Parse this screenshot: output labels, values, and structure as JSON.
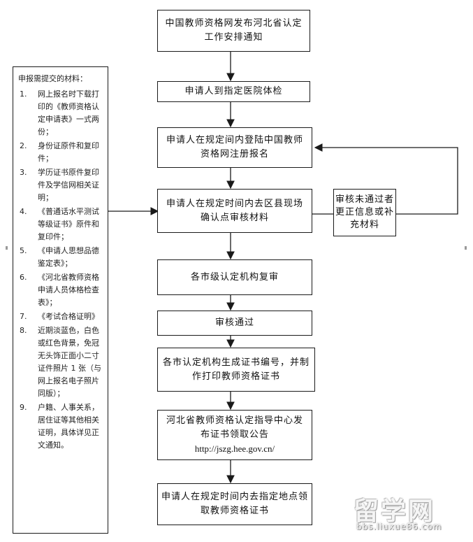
{
  "flow_steps": [
    {
      "lines": [
        "中国教师资格网发布河北省认定",
        "工作安排通知"
      ]
    },
    {
      "lines": [
        "申请人到指定医院体检"
      ]
    },
    {
      "lines": [
        "申请人在规定间内登陆中国教师",
        "资格网注册报名"
      ]
    },
    {
      "lines": [
        "申请人在规定时间内去区县现场",
        "确认点审核材料"
      ]
    },
    {
      "lines": [
        "各市级认定机构复审"
      ]
    },
    {
      "lines": [
        "审核通过"
      ]
    },
    {
      "lines": [
        "各市认定机构生成证书编号，并制",
        "作打印教师资格证书"
      ]
    },
    {
      "lines": [
        "河北省教师资格认定指导中心发",
        "布证书领取公告",
        "http://jszg.hee.gov.cn/"
      ]
    },
    {
      "lines": [
        "申请人在规定时间内去指定地点领",
        "取教师资格证书"
      ]
    }
  ],
  "side_box": {
    "lines": [
      "审核未通过者",
      "更正信息或补",
      "充材料"
    ]
  },
  "materials": {
    "title": "申报需提交的材料：",
    "items": [
      {
        "num": "1.",
        "text": "网上报名时下载打印的《教师资格认定申请表》一式两份；"
      },
      {
        "num": "2.",
        "text": "身份证原件和复印件；"
      },
      {
        "num": "3.",
        "text": "学历证书原件复印件及学信网相关证明；"
      },
      {
        "num": "4.",
        "text": "《普通话水平测试等级证书》原件和复印件；"
      },
      {
        "num": "5.",
        "text": "《申请人思想品德鉴定表》；"
      },
      {
        "num": "6.",
        "text": "《河北省教师资格申请人员体格检查表》；"
      },
      {
        "num": "7.",
        "text": "《考试合格证明》"
      },
      {
        "num": "8.",
        "text": "近期淡蓝色，白色或红色背景，免冠无头饰正面小二寸证件照片 1 张（与网上报名电子照片同版）；"
      },
      {
        "num": "9.",
        "text": "户籍、人事关系，居住证等其他相关证明，具体详见正文通知。"
      }
    ]
  },
  "watermark": {
    "logo_text": "留学网",
    "url_text": "bbs.liuxue86.com"
  }
}
